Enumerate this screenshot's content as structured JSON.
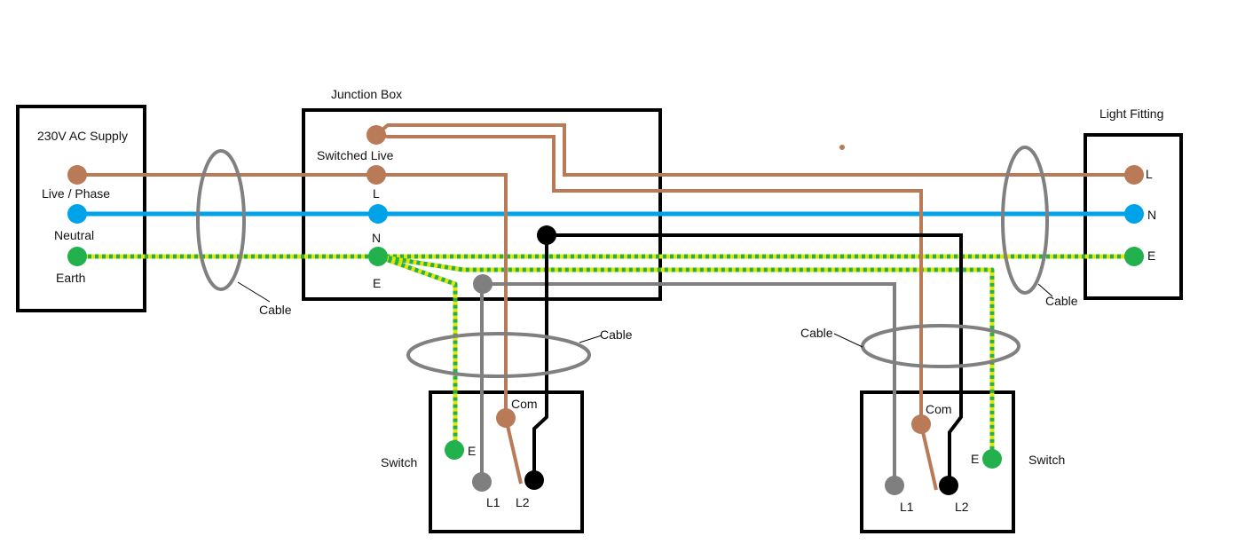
{
  "colors": {
    "live": "#b97a57",
    "neutral": "#00a2e8",
    "earth_green": "#22b14c",
    "earth_yellow": "#e6e600",
    "strapper_grey": "#7f7f7f",
    "strapper_black": "#000000",
    "cable_sheath": "#808080",
    "box_outline": "#000000"
  },
  "supply": {
    "title": "230V AC Supply",
    "live_label": "Live / Phase",
    "neutral_label": "Neutral",
    "earth_label": "Earth"
  },
  "junction_box": {
    "title": "Junction Box",
    "switched_live_label": "Switched Live",
    "l_label": "L",
    "n_label": "N",
    "e_label": "E"
  },
  "light_fitting": {
    "title": "Light Fitting",
    "l_label": "L",
    "n_label": "N",
    "e_label": "E"
  },
  "switch_left": {
    "title": "Switch",
    "com_label": "Com",
    "e_label": "E",
    "l1_label": "L1",
    "l2_label": "L2"
  },
  "switch_right": {
    "title": "Switch",
    "com_label": "Com",
    "e_label": "E",
    "l1_label": "L1",
    "l2_label": "L2"
  },
  "cables": {
    "supply_cable_label": "Cable",
    "left_switch_cable_label": "Cable",
    "right_switch_cable_label": "Cable",
    "light_cable_label": "Cable"
  }
}
